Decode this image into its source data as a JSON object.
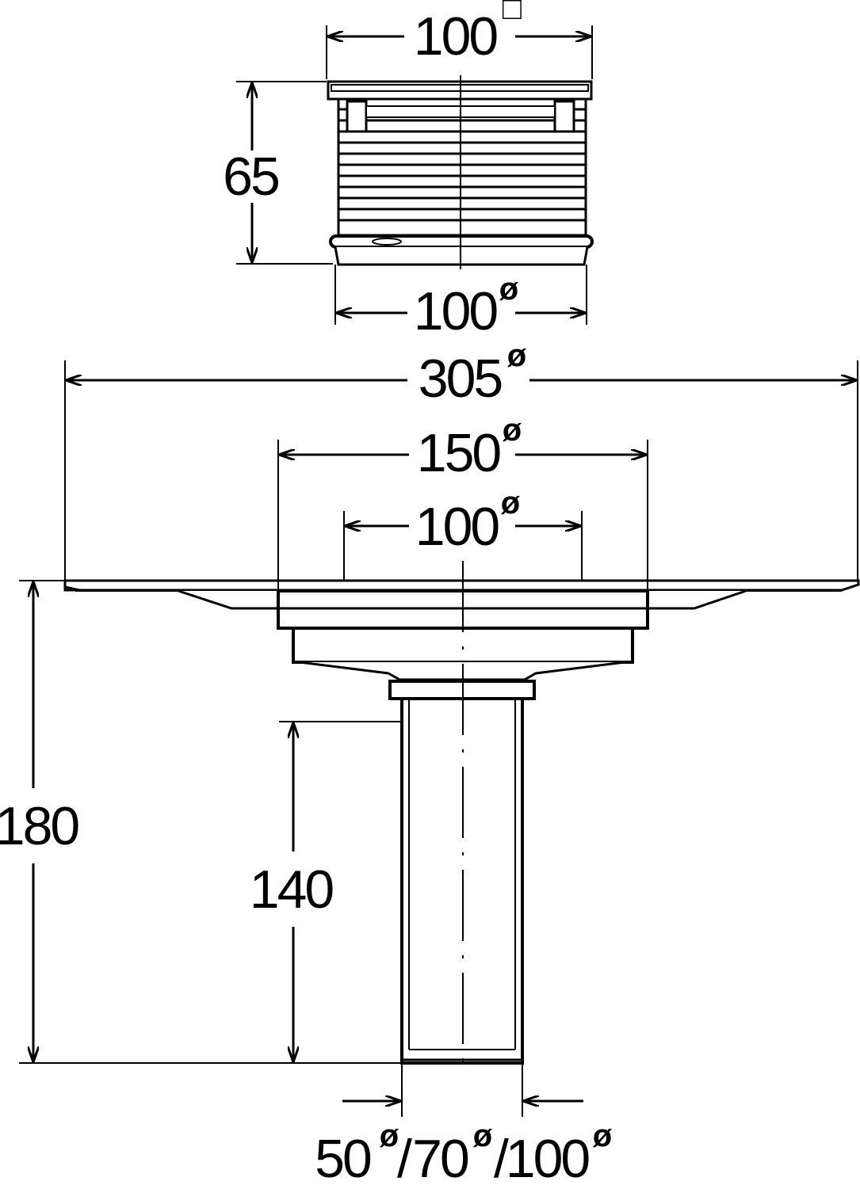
{
  "dimensions": {
    "top_width": {
      "value": "100",
      "symbol": "□"
    },
    "top_height": {
      "value": "65"
    },
    "top_bottom_diameter": {
      "value": "100",
      "symbol": "ø"
    },
    "flange_diameter": {
      "value": "305",
      "symbol": "ø"
    },
    "body_diameter": {
      "value": "150",
      "symbol": "ø"
    },
    "inner_diameter": {
      "value": "100",
      "symbol": "ø"
    },
    "total_height": {
      "value": "180"
    },
    "pipe_length": {
      "value": "140"
    },
    "pipe_diameters": {
      "v1": "50",
      "v2": "70",
      "v3": "100",
      "symbol": "ø",
      "separator": "/"
    }
  },
  "colors": {
    "line": "#000000",
    "background": "#ffffff"
  }
}
